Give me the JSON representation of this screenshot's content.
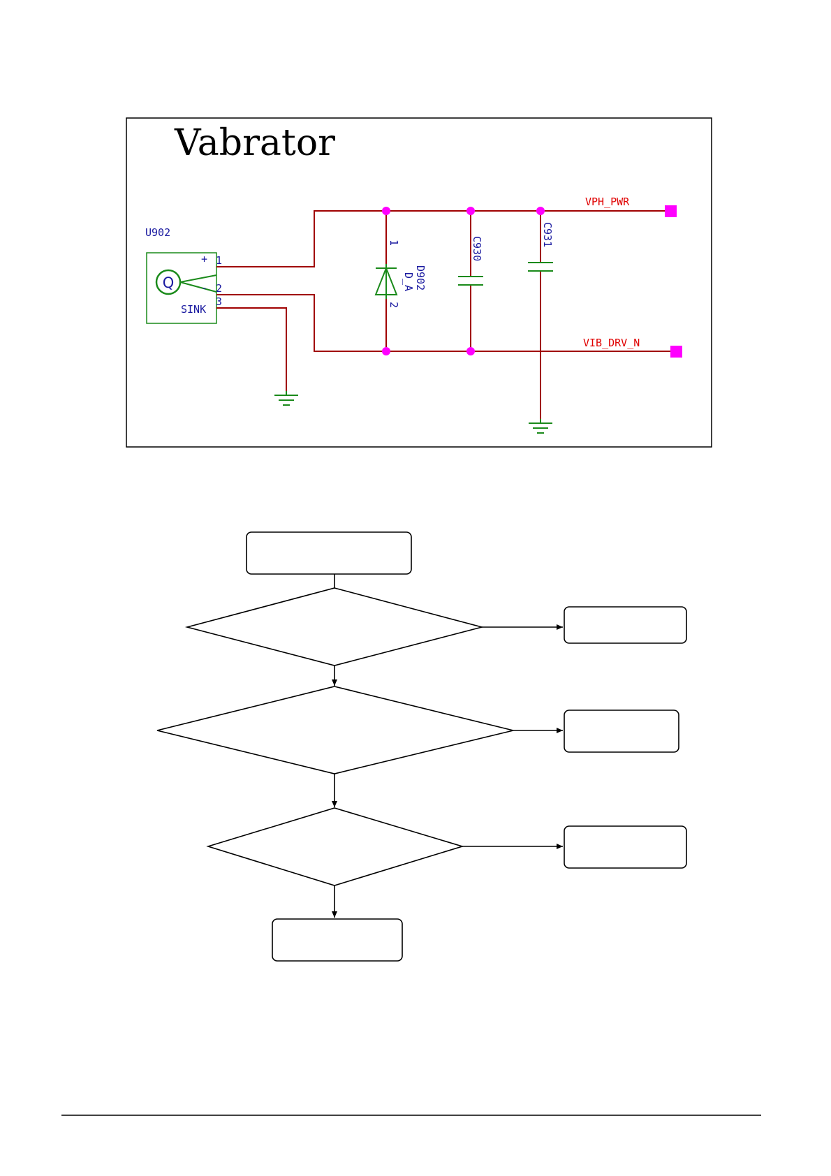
{
  "schematic": {
    "title": "Vabrator",
    "component": {
      "ref": "U902",
      "symbol": "Q",
      "pin_plus": "+",
      "pin_minus": "-",
      "pin1": "1",
      "pin2": "2",
      "pin3": "3",
      "sink": "SINK"
    },
    "diode": {
      "ref": "D902",
      "value": "D_A",
      "pin1": "1",
      "pin2": "2"
    },
    "capacitors": [
      "C930",
      "C931"
    ],
    "nets": {
      "power": "VPH_PWR",
      "drive": "VIB_DRV_N"
    },
    "colors": {
      "wire": "#a00000",
      "net_label": "#e00000",
      "component": "#1a8a1a",
      "ref_text": "#1a1aa0",
      "junction": "#ff00ff"
    }
  },
  "flowchart": {
    "start_box": "",
    "decisions": [
      "",
      "",
      ""
    ],
    "outcome_boxes": [
      "",
      "",
      ""
    ],
    "end_box": ""
  }
}
